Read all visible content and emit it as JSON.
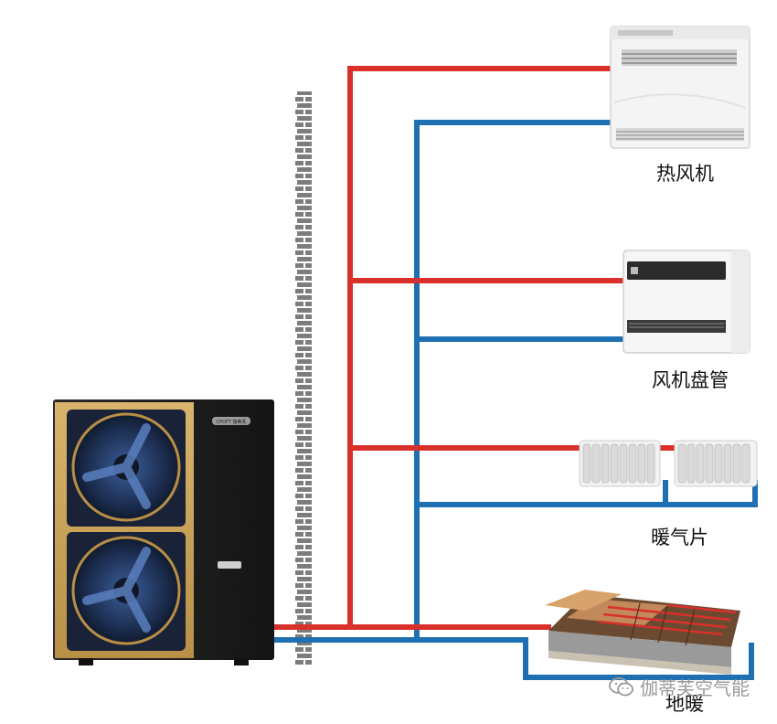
{
  "labels": {
    "hot_air_unit": "热风机",
    "fan_coil": "风机盘管",
    "radiator": "暖气片",
    "floor_heating": "地暖"
  },
  "brand_badge": "CPDFT 伽蒂芙",
  "watermark": {
    "text": "伽蒂芙空气能",
    "icon": "wechat-icon"
  },
  "colors": {
    "supply_pipe": "#d9302c",
    "return_pipe": "#1f6fb3",
    "wall": "#7d7d7d",
    "unit_gold": "#c9a25a",
    "unit_black": "#1c1c1c"
  }
}
